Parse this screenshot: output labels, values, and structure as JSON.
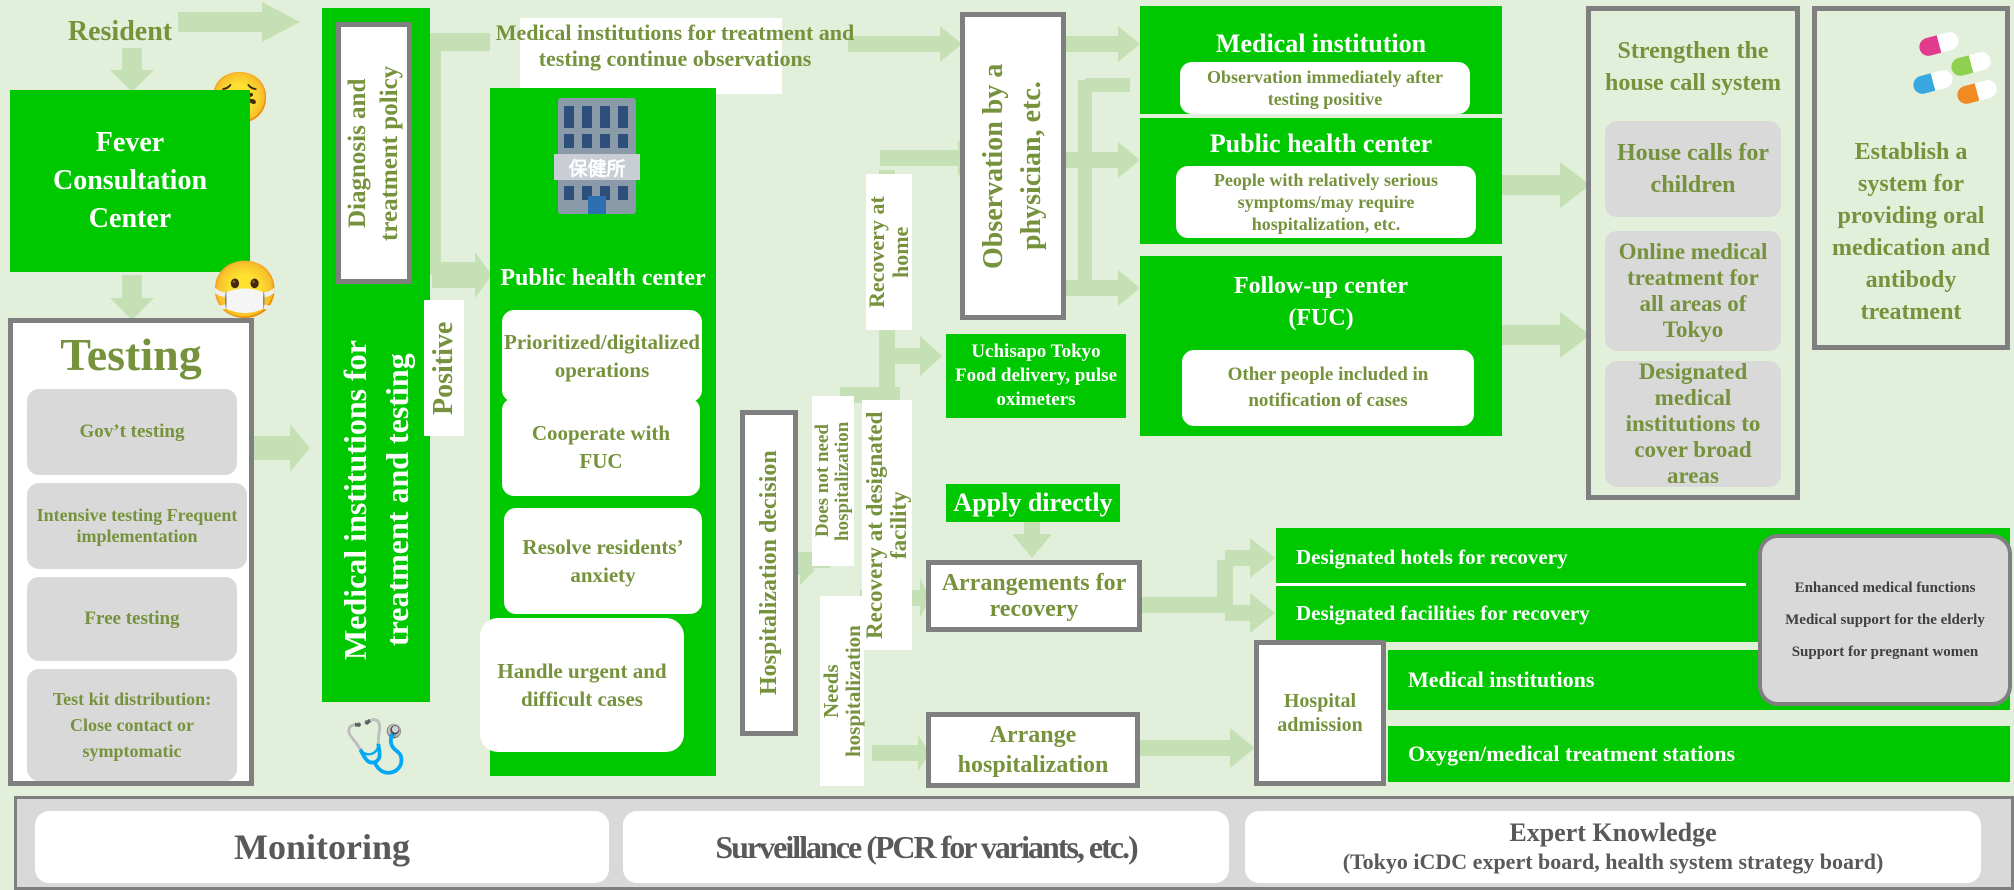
{
  "resident": "Resident",
  "fever_center": "Fever Consultation Center",
  "testing": {
    "title": "Testing",
    "items": [
      "Gov’t testing",
      "Intensive testing Frequent implementation",
      "Free testing",
      "Test kit distribution: Close contact or symptomatic"
    ]
  },
  "diagnosis_policy": "Diagnosis and treatment policy",
  "med_inst_testing": "Medical institutions for treatment and testing",
  "positive": "Positive",
  "continue_obs": "Medical institutions for treatment and testing continue observations",
  "phc": {
    "building_sign": "保健所",
    "title": "Public health center",
    "items": [
      "Prioritized/digitalized operations",
      "Cooperate with FUC",
      "Resolve residents’ anxiety",
      "Handle urgent and difficult cases"
    ]
  },
  "hosp_decision": "Hospitalization decision",
  "no_hosp": "Does not need hospitalization",
  "needs_hosp": "Needs hospitalization",
  "recovery_home": "Recovery at home",
  "recovery_facility": "Recovery at designated facility",
  "observation": "Observation by a physician, etc.",
  "uchisapo": "Uchisapo Tokyo Food delivery, pulse oximeters",
  "apply_directly": "Apply directly",
  "arrangements_recovery": "Arrangements for recovery",
  "arrange_hosp": "Arrange hospitalization",
  "targets": [
    {
      "title": "Medical institution",
      "desc": "Observation immediately after testing positive"
    },
    {
      "title": "Public health center",
      "desc": "People with relatively serious symptoms/may require hospitalization, etc."
    },
    {
      "title": "Follow-up center (FUC)",
      "desc": "Other people included in notification of cases"
    }
  ],
  "house_call": {
    "title": "Strengthen the house call system",
    "items": [
      "House calls for children",
      "Online medical treatment for all areas of Tokyo",
      "Designated medical institutions to cover broad areas"
    ]
  },
  "oral_med": "Establish a system for providing oral medication and antibody treatment",
  "recovery_bars": [
    "Designated hotels for recovery",
    "Designated facilities for recovery"
  ],
  "hospital_admission": "Hospital admission",
  "hospital_bars": [
    "Medical institutions",
    "Oxygen/medical treatment stations"
  ],
  "enhanced": [
    "Enhanced medical functions",
    "Medical support for the elderly",
    "Support for pregnant women"
  ],
  "bottom": {
    "monitoring": "Monitoring",
    "surveillance": "Surveillance (PCR for variants, etc.)",
    "expert_title": "Expert Knowledge",
    "expert_sub": "(Tokyo iCDC expert board, health system strategy board)"
  }
}
